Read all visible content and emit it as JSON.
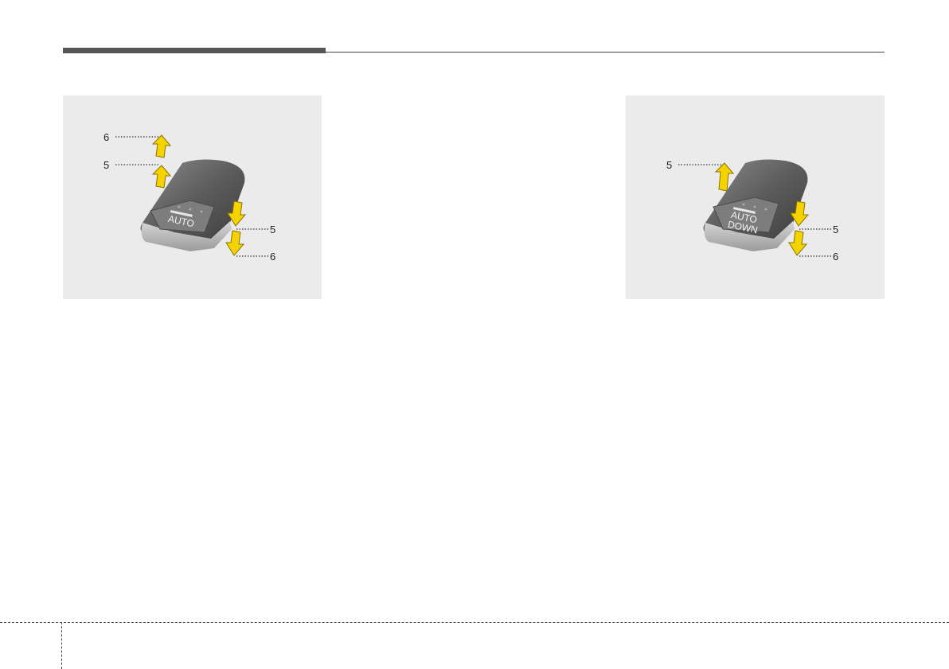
{
  "figure_left": {
    "switch_label": "AUTO",
    "callouts": {
      "up_outer": "6",
      "up_inner": "5",
      "down_inner": "5",
      "down_outer": "6"
    }
  },
  "figure_right": {
    "switch_label_line1": "AUTO",
    "switch_label_line2": "DOWN",
    "callouts": {
      "up": "5",
      "down_inner": "5",
      "down_outer": "6"
    }
  },
  "colors": {
    "arrow": "#f5d300",
    "arrow_stroke": "#8a7400",
    "switch_body": "#6e6e6e",
    "figure_bg": "#ebebeb"
  }
}
